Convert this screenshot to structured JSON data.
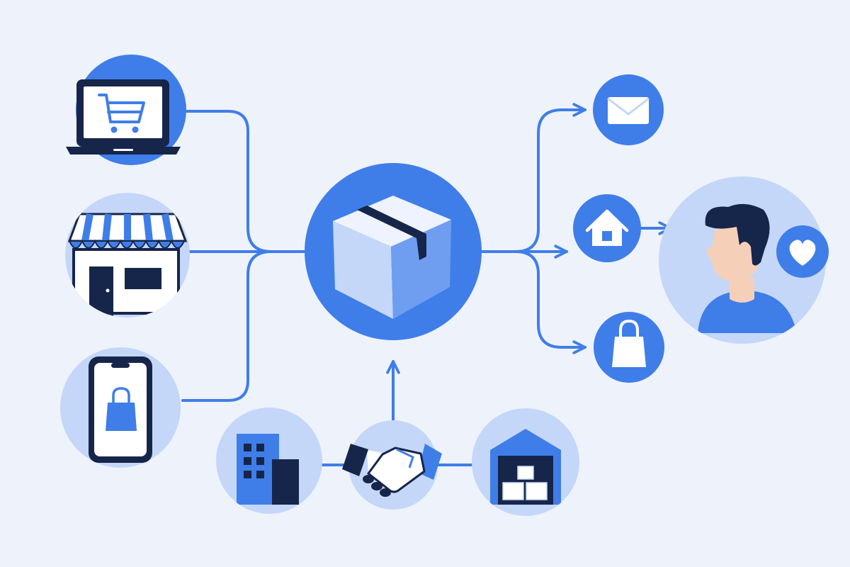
{
  "diagram": {
    "title": "",
    "palette": {
      "background": "#eef2fb",
      "primary": "#3f7ee8",
      "light": "#c5d7f8",
      "dark": "#16254a",
      "white": "#ffffff",
      "skin": "#f6cfb8"
    },
    "nodes": [
      {
        "id": "online-store",
        "icon": "laptop-cart-icon"
      },
      {
        "id": "retail-store",
        "icon": "storefront-icon"
      },
      {
        "id": "mobile-shop",
        "icon": "smartphone-bag-icon"
      },
      {
        "id": "central-package",
        "icon": "package-box-icon"
      },
      {
        "id": "email-delivery",
        "icon": "envelope-icon"
      },
      {
        "id": "home-delivery",
        "icon": "house-icon"
      },
      {
        "id": "bag-pickup",
        "icon": "shopping-bag-icon"
      },
      {
        "id": "customer",
        "icon": "person-avatar-icon",
        "badge": "heart-icon"
      },
      {
        "id": "supplier",
        "icon": "office-building-icon"
      },
      {
        "id": "partnership",
        "icon": "handshake-icon"
      },
      {
        "id": "warehouse",
        "icon": "warehouse-icon"
      }
    ],
    "edges": [
      {
        "from": "online-store",
        "to": "central-package"
      },
      {
        "from": "retail-store",
        "to": "central-package"
      },
      {
        "from": "mobile-shop",
        "to": "central-package"
      },
      {
        "from": "central-package",
        "to": "email-delivery",
        "arrow": true
      },
      {
        "from": "central-package",
        "to": "home-delivery",
        "arrow": true
      },
      {
        "from": "central-package",
        "to": "bag-pickup",
        "arrow": true
      },
      {
        "from": "home-delivery",
        "to": "customer",
        "arrow": true
      },
      {
        "from": "supplier",
        "to": "partnership"
      },
      {
        "from": "partnership",
        "to": "warehouse"
      },
      {
        "from": "partnership",
        "to": "central-package",
        "arrow": true
      }
    ]
  }
}
